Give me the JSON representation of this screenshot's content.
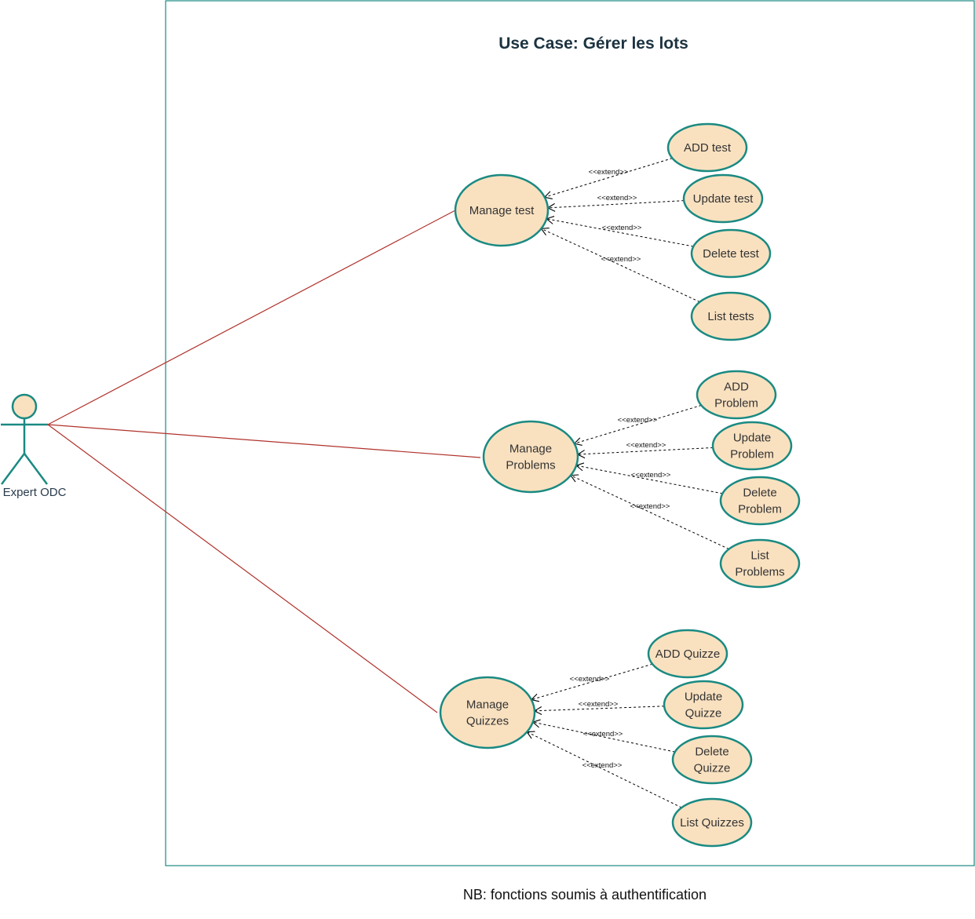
{
  "diagram": {
    "title": "Use Case: Gérer les lots",
    "actor": {
      "label": "Expert ODC",
      "icon": "stick-figure-icon"
    },
    "relation_label": "<<extend>>",
    "groups": [
      {
        "main": {
          "lines": [
            "Manage test"
          ]
        },
        "children": [
          {
            "lines": [
              "ADD test"
            ]
          },
          {
            "lines": [
              "Update test"
            ]
          },
          {
            "lines": [
              "Delete test"
            ]
          },
          {
            "lines": [
              "List tests"
            ]
          }
        ]
      },
      {
        "main": {
          "lines": [
            "Manage",
            "Problems"
          ]
        },
        "children": [
          {
            "lines": [
              "ADD",
              "Problem"
            ]
          },
          {
            "lines": [
              "Update",
              "Problem"
            ]
          },
          {
            "lines": [
              "Delete",
              "Problem"
            ]
          },
          {
            "lines": [
              "List",
              "Problems"
            ]
          }
        ]
      },
      {
        "main": {
          "lines": [
            "Manage",
            "Quizzes"
          ]
        },
        "children": [
          {
            "lines": [
              "ADD Quizze"
            ]
          },
          {
            "lines": [
              "Update",
              "Quizze"
            ]
          },
          {
            "lines": [
              "Delete",
              "Quizze"
            ]
          },
          {
            "lines": [
              "List Quizzes"
            ]
          }
        ]
      }
    ],
    "note": "NB: fonctions soumis à authentification",
    "colors": {
      "usecase_fill": "#f9e1c0",
      "usecase_stroke": "#1a8a82",
      "association": "#b0322b",
      "boundary": "#1a8a82",
      "title": "#1c3340"
    }
  }
}
